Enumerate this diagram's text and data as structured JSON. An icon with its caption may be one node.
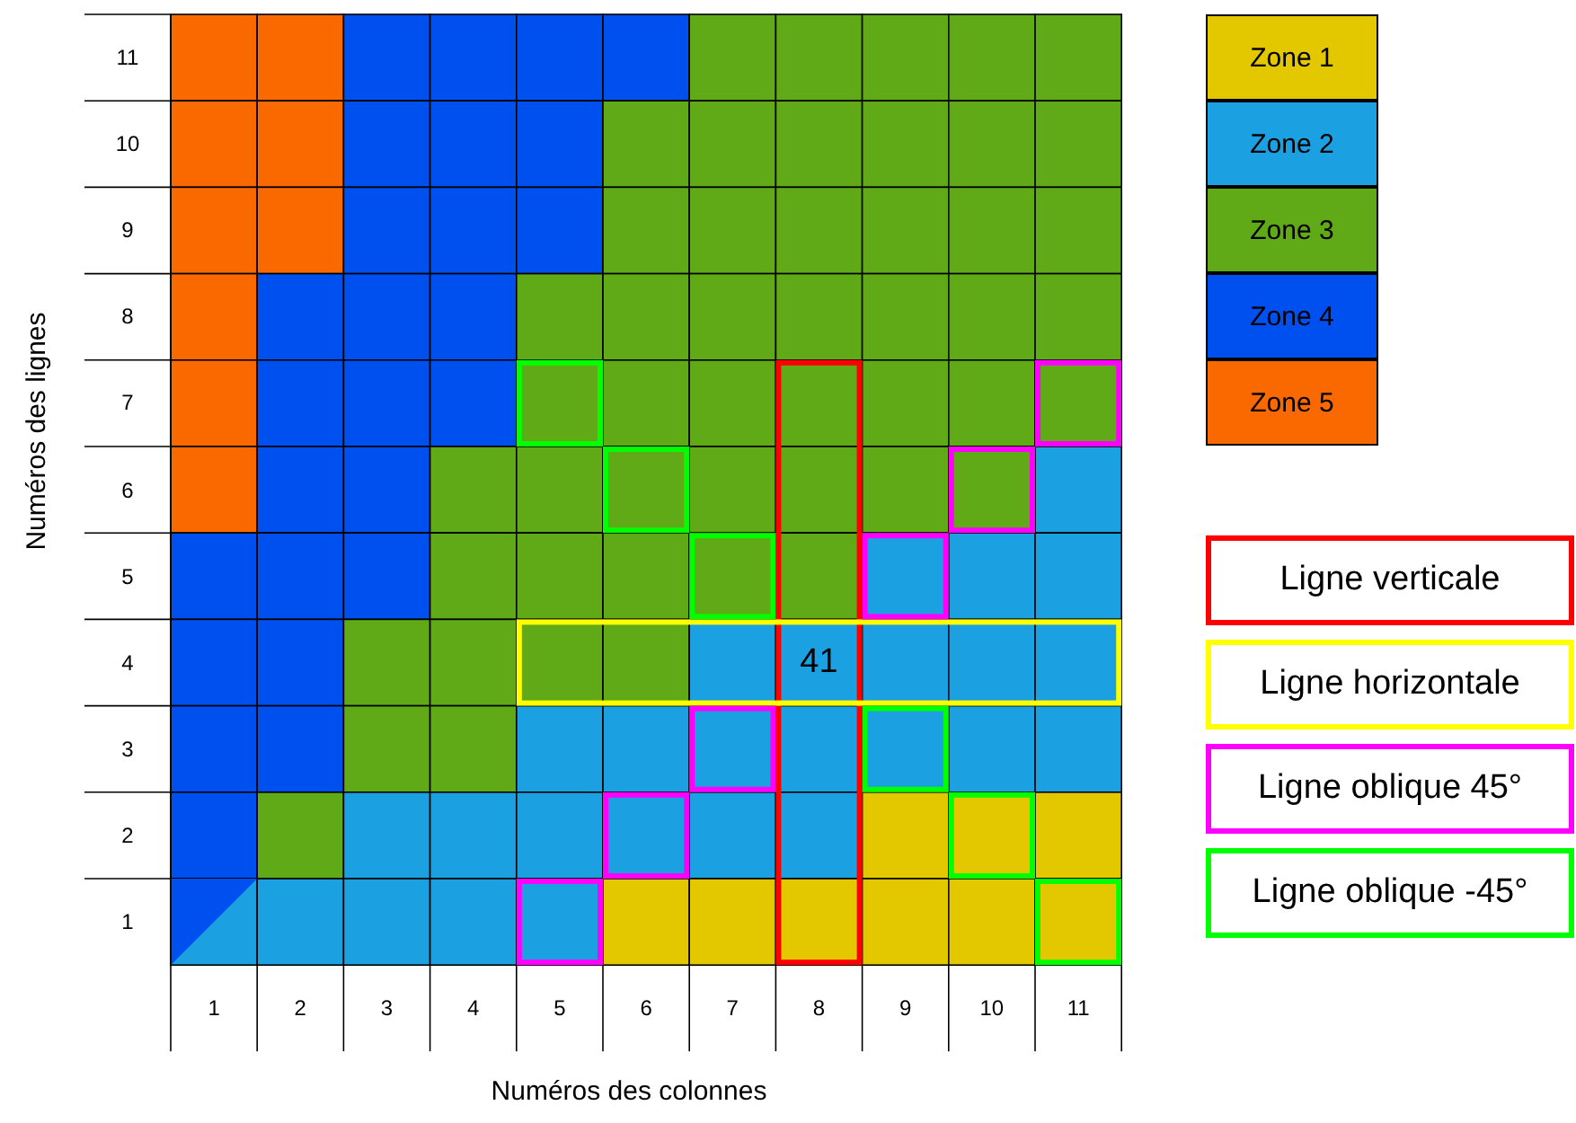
{
  "diagram": {
    "labels": [
      "Numéros des lignes",
      "11",
      "10",
      "9",
      "8",
      "7",
      "6",
      "5",
      "4",
      "41",
      "3",
      "2",
      "1",
      "1",
      "2",
      "3",
      "4",
      "5",
      "6",
      "7",
      "8",
      "9",
      "10",
      "11",
      "Numéros des colonnes"
    ],
    "legend": [
      {
        "text": "Zone 1",
        "color": "#e3c800"
      },
      {
        "text": "Zone 2",
        "color": "#1ba1e2"
      },
      {
        "text": "Zone 3",
        "color": "#60a917"
      },
      {
        "text": "Zone 4",
        "color": "#0050ef"
      },
      {
        "text": "Zone 5",
        "color": "#fa6800"
      },
      {
        "text": "Ligne verticale"
      },
      {
        "text": "Ligne horizontale"
      },
      {
        "text": "Ligne oblique 45°"
      },
      {
        "text": "Ligne oblique -45°"
      }
    ]
  }
}
